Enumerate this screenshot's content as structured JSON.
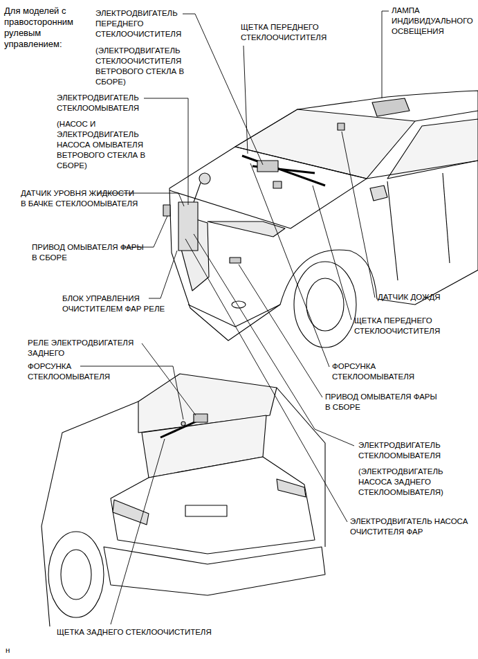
{
  "diagram": {
    "title": "Для моделей с правосторонним рулевым управлением:",
    "labels": [
      "ЭЛЕКТРОДВИГАТЕЛЬ ПЕРЕДНЕГО СТЕКЛООЧИСТИТЕЛЯ",
      "(ЭЛЕКТРОДВИГАТЕЛЬ СТЕКЛООЧИСТИТЕЛЯ ВЕТРОВОГО СТЕКЛА В СБОРЕ)",
      "ЩЕТКА ПЕРЕДНЕГО СТЕКЛООЧИСТИТЕЛЯ",
      "ЛАМПА ИНДИВИДУАЛЬНОГО ОСВЕЩЕНИЯ",
      "ЭЛЕКТРОДВИГАТЕЛЬ СТЕКЛООМЫВАТЕЛЯ",
      "(НАСОС И ЭЛЕКТРОДВИГАТЕЛЬ НАСОСА ОМЫВАТЕЛЯ ВЕТРОВОГО СТЕКЛА В СБОРЕ)",
      "ДАТЧИК УРОВНЯ ЖИДКОСТИ В БАЧКЕ СТЕКЛООМЫВАТЕЛЯ",
      "ПРИВОД ОМЫВАТЕЛЯ ФАРЫ В СБОРЕ",
      "БЛОК УПРАВЛЕНИЯ ОЧИСТИТЕЛЕМ ФАР РЕЛЕ",
      "ДАТЧИК ДОЖДЯ",
      "ЩЕТКА ПЕРЕДНЕГО СТЕКЛООЧИСТИТЕЛЯ",
      "РЕЛЕ ЭЛЕКТРОДВИГАТЕЛЯ ЗАДНЕГО",
      "ФОРСУНКА СТЕКЛООМЫВАТЕЛЯ",
      "ФОРСУНКА СТЕКЛООМЫВАТЕЛЯ",
      "ПРИВОД ОМЫВАТЕЛЯ ФАРЫ В СБОРЕ",
      "ЭЛЕКТРОДВИГАТЕЛЬ СТЕКЛООМЫВАТЕЛЯ",
      "(ЭЛЕКТРОДВИГАТЕЛЬ НАСОСА ЗАДНЕГО СТЕКЛООМЫВАТЕЛЯ)",
      "ЭЛЕКТРОДВИГАТЕЛЬ НАСОСА ОЧИСТИТЕЛЯ ФАР",
      "ЩЕТКА ЗАДНЕГО СТЕКЛООЧИСТИТЕЛЯ",
      "н"
    ]
  }
}
